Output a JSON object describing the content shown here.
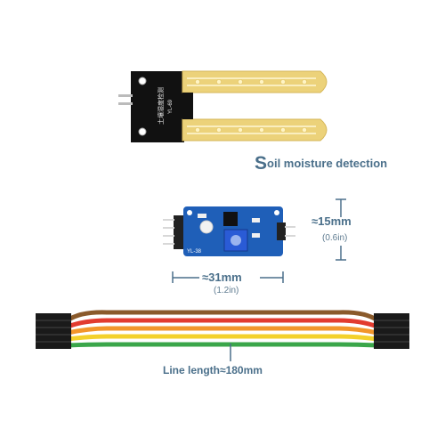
{
  "probe": {
    "board_label": "YL-69",
    "board_text": "土壤湿度检测"
  },
  "captions": {
    "title_initial": "S",
    "title_rest": "oil moisture detection",
    "height_mm": "≈15mm",
    "height_in": "(0.6in)",
    "width_mm": "≈31mm",
    "width_in": "(1.2in)",
    "line_length": "Line length≈180mm"
  },
  "module": {
    "label": "YL-38"
  },
  "colors": {
    "caption": "#4a6f8a",
    "module_pcb": "#1f5fb8",
    "probe_gold": "#ecd27a",
    "wire_brown": "#8a5a2b",
    "wire_red": "#e23b2f",
    "wire_orange": "#f2962a",
    "wire_yellow": "#f3d12b",
    "wire_green": "#3aa64a"
  }
}
